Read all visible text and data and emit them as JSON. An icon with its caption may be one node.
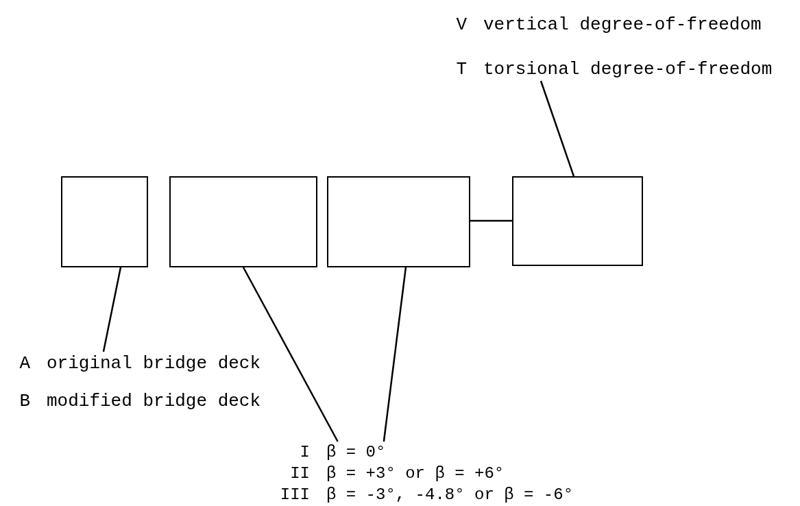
{
  "diagram": {
    "nodes": [
      {
        "text": [],
        "shape": "box"
      },
      {
        "text": [],
        "shape": "box"
      },
      {
        "text": [],
        "shape": "box"
      },
      {
        "text": [],
        "shape": "box"
      },
      {
        "text": [
          "T",
          "torsional degree-of-freedom"
        ]
      },
      {
        "text": [
          "A",
          "original bridge deck"
        ]
      },
      {
        "text": [
          "I",
          "β = 0°",
          "II",
          "β = +3° or β = +6°",
          "III",
          "β = -3°, -4.8° or β = -6°"
        ]
      }
    ],
    "edges": [
      {
        "from": 2,
        "to": 3,
        "arrow": "none"
      },
      {
        "from": 4,
        "to": 3,
        "arrow": "none"
      },
      {
        "from": 5,
        "to": 0,
        "arrow": "none"
      },
      {
        "from": 6,
        "to": 1,
        "arrow": "none"
      },
      {
        "from": 6,
        "to": 2,
        "arrow": "none"
      }
    ],
    "labels": [
      "V",
      "vertical degree-of-freedom",
      "B",
      "modified bridge deck"
    ]
  }
}
